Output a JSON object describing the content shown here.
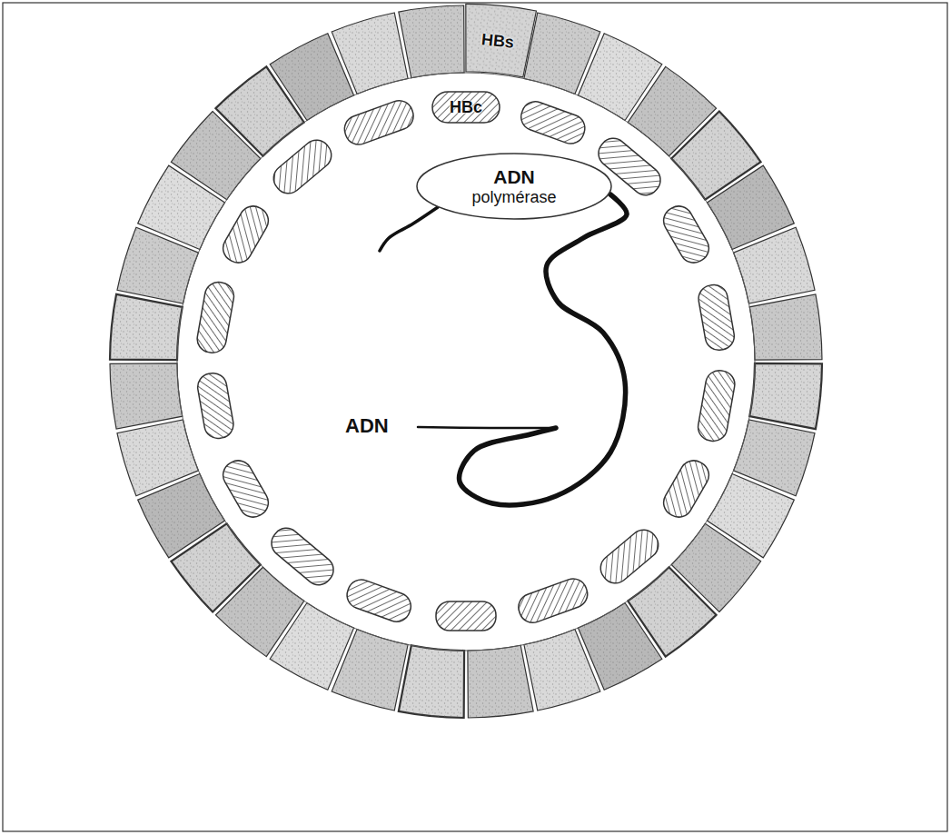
{
  "diagram": {
    "nodes": [
      {
        "text": [
          "HBs"
        ]
      },
      {
        "text": [
          "HBc"
        ]
      },
      {
        "text": [
          "ADN",
          "polymérase"
        ]
      }
    ],
    "labels": [
      "ADN"
    ]
  }
}
